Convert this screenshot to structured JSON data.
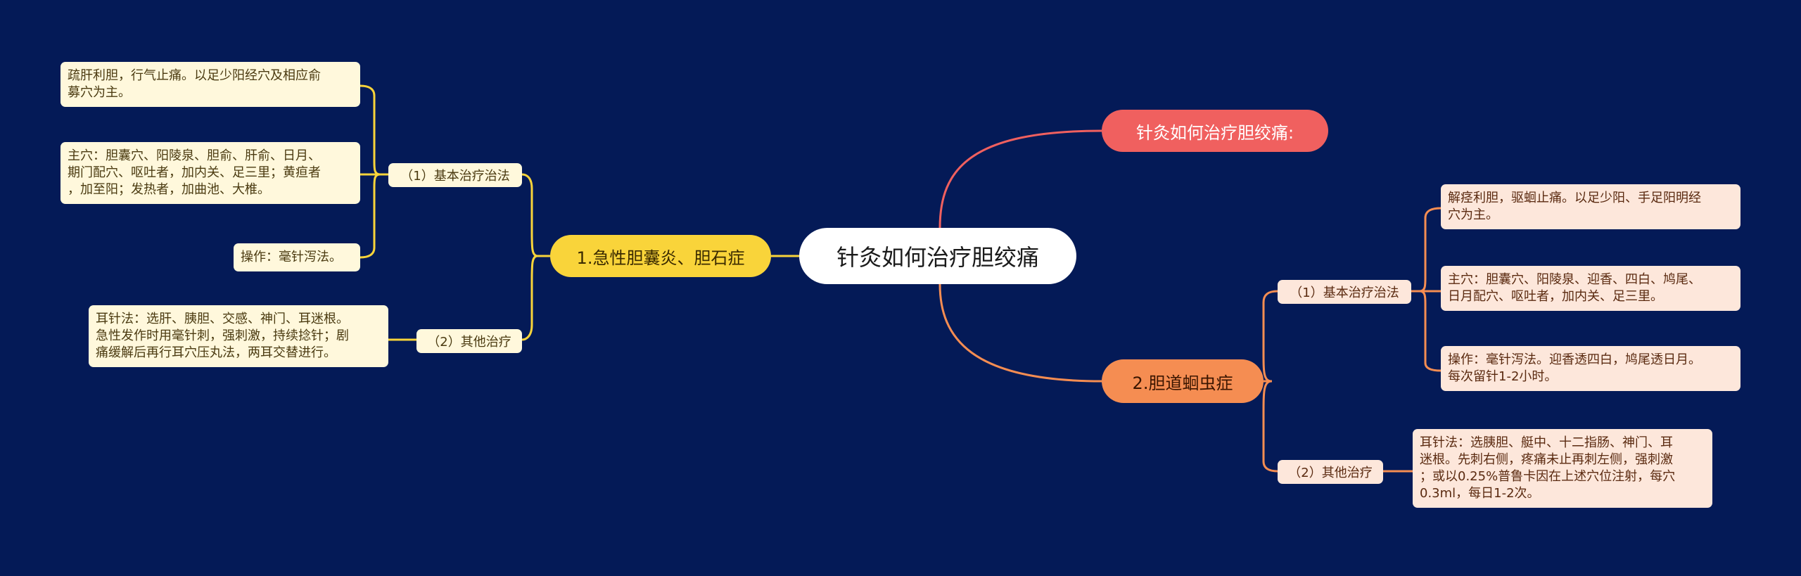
{
  "root": {
    "title": "针灸如何治疗胆绞痛"
  },
  "intro": {
    "label": "针灸如何治疗胆绞痛:"
  },
  "branch_left": {
    "label": "1.急性胆囊炎、胆石症",
    "basic": {
      "label": "（1）基本治疗治法",
      "principle": "疏肝利胆，行气止痛。以足少阳经穴及相应俞\n募穴为主。",
      "points": "主穴：胆囊穴、阳陵泉、胆俞、肝俞、日月、\n期门配穴、呕吐者，加内关、足三里；黄疸者\n，加至阳；发热者，加曲池、大椎。",
      "operation": "操作：毫针泻法。"
    },
    "other": {
      "label": "（2）其他治疗",
      "ear": "耳针法：选肝、胰胆、交感、神门、耳迷根。\n急性发作时用毫针刺，强刺激，持续捻针；剧\n痛缓解后再行耳穴压丸法，两耳交替进行。"
    }
  },
  "branch_right": {
    "label": "2.胆道蛔虫症",
    "basic": {
      "label": "（1）基本治疗治法",
      "principle": "解痉利胆，驱蛔止痛。以足少阳、手足阳明经\n穴为主。",
      "points": "主穴：胆囊穴、阳陵泉、迎香、四白、鸠尾、\n日月配穴、呕吐者，加内关、足三里。",
      "operation": "操作：毫针泻法。迎香透四白，鸠尾透日月。\n每次留针1-2小时。"
    },
    "other": {
      "label": "（2）其他治疗",
      "ear": "耳针法：选胰胆、艇中、十二指肠、神门、耳\n迷根。先刺右侧，疼痛未止再刺左侧，强刺激\n；或以0.25%普鲁卡因在上述穴位注射，每穴\n0.3ml，每日1-2次。"
    }
  },
  "colors": {
    "background": "#041a57",
    "left_branch": "#f9d43a",
    "intro_branch": "#f0605f",
    "right_branch": "#f58d52"
  }
}
